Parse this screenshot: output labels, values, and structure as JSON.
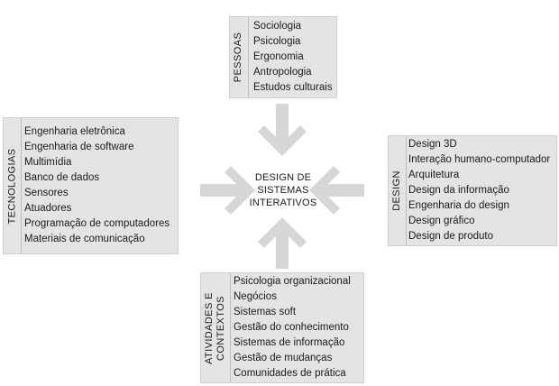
{
  "center": {
    "line1": "DESIGN DE",
    "line2": "SISTEMAS",
    "line3": "INTERATIVOS"
  },
  "pessoas": {
    "label": "PESSOAS",
    "items": [
      "Sociologia",
      "Psicologia",
      "Ergonomia",
      "Antropologia",
      "Estudos culturais"
    ]
  },
  "tecnologias": {
    "label": "TECNOLOGIAS",
    "items": [
      "Engenharia eletrônica",
      "Engenharia de software",
      "Multimídia",
      "Banco de dados",
      "Sensores",
      "Atuadores",
      "Programação de computadores",
      "Materiais de comunicação"
    ]
  },
  "design": {
    "label": "DESIGN",
    "items": [
      "Design 3D",
      "Interação humano-computador",
      "Arquitetura",
      "Design da informação",
      "Engenharia do design",
      "Design gráfico",
      "Design de produto"
    ]
  },
  "atividades": {
    "label_line1": "ATIVIDADES E",
    "label_line2": "CONTEXTOS",
    "items": [
      "Psicologia organizacional",
      "Negócios",
      "Sistemas soft",
      "Gestão do conhecimento",
      "Sistemas de informação",
      "Gestão de mudanças",
      "Comunidades de prática"
    ]
  },
  "colors": {
    "box_fill": "#e4e4e4",
    "arrow_fill": "#d6d6d6"
  }
}
